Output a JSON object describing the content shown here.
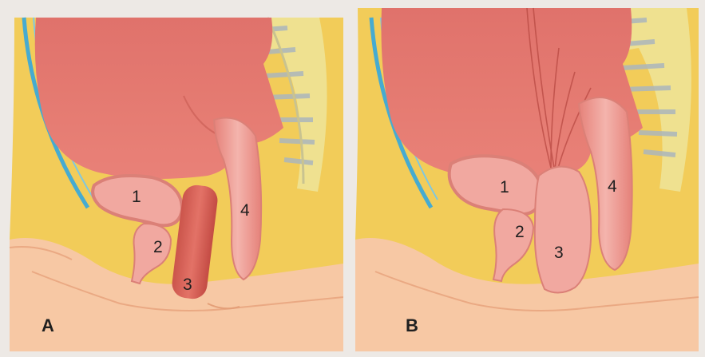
{
  "panels": [
    {
      "letter": "A",
      "labels": {
        "uterus": "1",
        "vagina": "2",
        "cylinder": "3",
        "rectum": "4"
      }
    },
    {
      "letter": "B",
      "labels": {
        "uterus": "1",
        "vagina": "2",
        "cylinder": "3",
        "rectum": "4"
      }
    }
  ],
  "colors": {
    "paper": "#ece8e4",
    "fat": "#f0c64a",
    "organ": "#e06a62",
    "organ_light": "#f1a19b",
    "skin": "#f7c49e",
    "vessel": "#3ba6cf",
    "bone": "#efe08a"
  }
}
